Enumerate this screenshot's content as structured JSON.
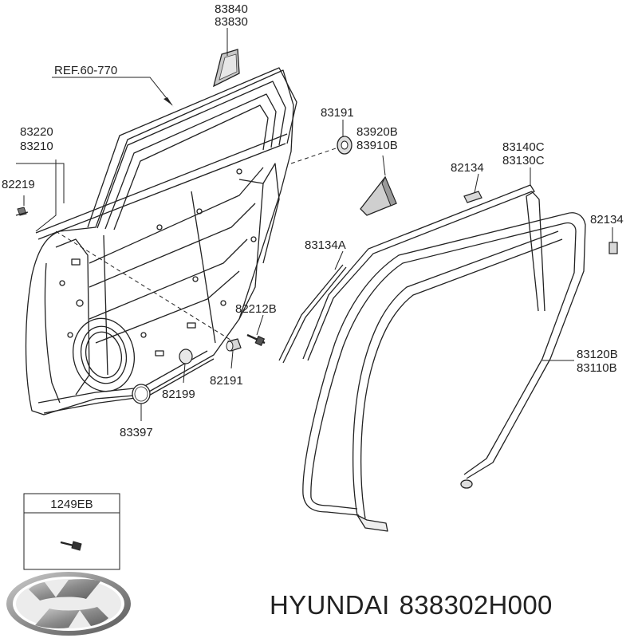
{
  "callouts": {
    "p83840": "83840",
    "p83830": "83830",
    "ref": "REF.60-770",
    "p83220": "83220",
    "p83210": "83210",
    "p82219": "82219",
    "p83191": "83191",
    "p83920b": "83920B",
    "p83910b": "83910B",
    "p83140c": "83140C",
    "p83130c": "83130C",
    "p82134a": "82134",
    "p82134b": "82134",
    "p83134a": "83134A",
    "p82212b": "82212B",
    "p82191": "82191",
    "p82199": "82199",
    "p83397": "83397",
    "p83120b": "83120B",
    "p83110b": "83110B"
  },
  "legend_box": {
    "part": "1249EB"
  },
  "footer": {
    "brand": "HYUNDAI",
    "part_number": "838302H000"
  },
  "colors": {
    "line": "#222222",
    "logo": "#8a8a8a"
  },
  "icons": {
    "logo": "hyundai-logo-icon"
  }
}
